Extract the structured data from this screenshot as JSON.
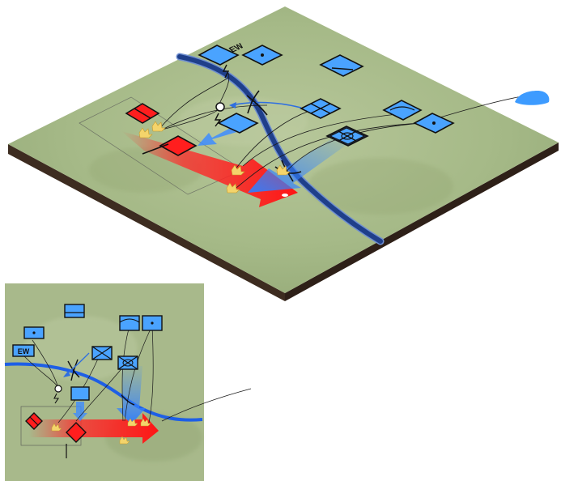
{
  "colors": {
    "terrain": "#a9bc8c",
    "terrain_dark": "#93a874",
    "soil_side": "#3b2a1e",
    "friendly": "#3d9bff",
    "friendly_fill": "#4aa3ff",
    "hostile": "#ff2020",
    "river": "#1f3f8a",
    "river_edge": "#6f8fd0",
    "fire": "#f3d36a",
    "link_line": "#1a1a1a"
  },
  "labels": {
    "ew_main": "EW",
    "ew_inset": "EW"
  },
  "icons": {
    "friendly_unit": "rectangle-friendly-icon",
    "hostile_unit": "diamond-hostile-icon",
    "armor_unit": "crossed-rectangle-icon",
    "fire": "burst-fire-icon",
    "attack_arrow": "axis-of-advance-arrow",
    "river": "river-line"
  }
}
